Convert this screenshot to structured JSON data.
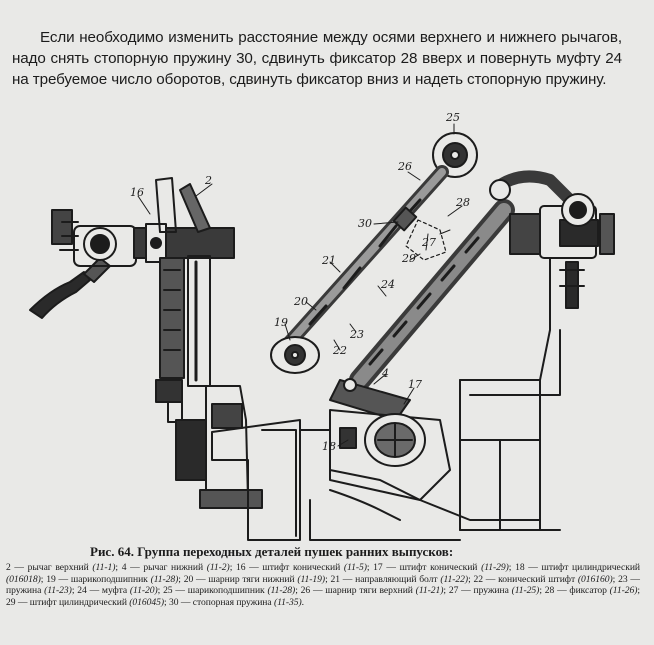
{
  "intro": {
    "paragraph": "Если необходимо изменить расстояние между осями верхнего и нижнего рычагов, надо снять стопорную пружину 30, сдвинуть фиксатор 28 вверх и повернуть муфту 24 на требуемое число оборотов, сдвинуть фиксатор вниз и надеть стопорную пружину."
  },
  "figure": {
    "callouts": {
      "c2": "2",
      "c4": "4",
      "c16": "16",
      "c17": "17",
      "c18": "18",
      "c19": "19",
      "c20": "20",
      "c21": "21",
      "c22": "22",
      "c23": "23",
      "c24": "24",
      "c25": "25",
      "c26": "26",
      "c27": "27",
      "c28": "28",
      "c29": "29",
      "c30": "30"
    }
  },
  "caption": {
    "text": "Рис. 64. Группа переходных деталей пушек ранних выпусков:"
  },
  "legend": {
    "entries": [
      {
        "num": "2",
        "desc": "рычаг верхний",
        "ref": "(11-1)"
      },
      {
        "num": "4",
        "desc": "рычаг нижний",
        "ref": "(11-2)"
      },
      {
        "num": "16",
        "desc": "штифт конический",
        "ref": "(11-5)"
      },
      {
        "num": "17",
        "desc": "штифт конический",
        "ref": "(11-29)"
      },
      {
        "num": "18",
        "desc": "штифт цилиндрический",
        "ref": "(016018)"
      },
      {
        "num": "19",
        "desc": "шарикоподшипник",
        "ref": "(11-28)"
      },
      {
        "num": "20",
        "desc": "шарнир тяги нижний",
        "ref": "(11-19)"
      },
      {
        "num": "21",
        "desc": "направляющий болт",
        "ref": "(11-22)"
      },
      {
        "num": "22",
        "desc": "конический штифт",
        "ref": "(016160)"
      },
      {
        "num": "23",
        "desc": "пружина",
        "ref": "(11-23)"
      },
      {
        "num": "24",
        "desc": "муфта",
        "ref": "(11-20)"
      },
      {
        "num": "25",
        "desc": "шарикоподшипник",
        "ref": "(11-28)"
      },
      {
        "num": "26",
        "desc": "шарнир тяги верхний",
        "ref": "(11-21)"
      },
      {
        "num": "27",
        "desc": "пружина",
        "ref": "(11-25)"
      },
      {
        "num": "28",
        "desc": "фиксатор",
        "ref": "(11-26)"
      },
      {
        "num": "29",
        "desc": "штифт цилиндрический",
        "ref": "(016045)"
      },
      {
        "num": "30",
        "desc": "стопорная пружина",
        "ref": "(11-35)"
      }
    ]
  },
  "colors": {
    "paper": "#e9e9e7",
    "ink": "#1c1c1c"
  }
}
